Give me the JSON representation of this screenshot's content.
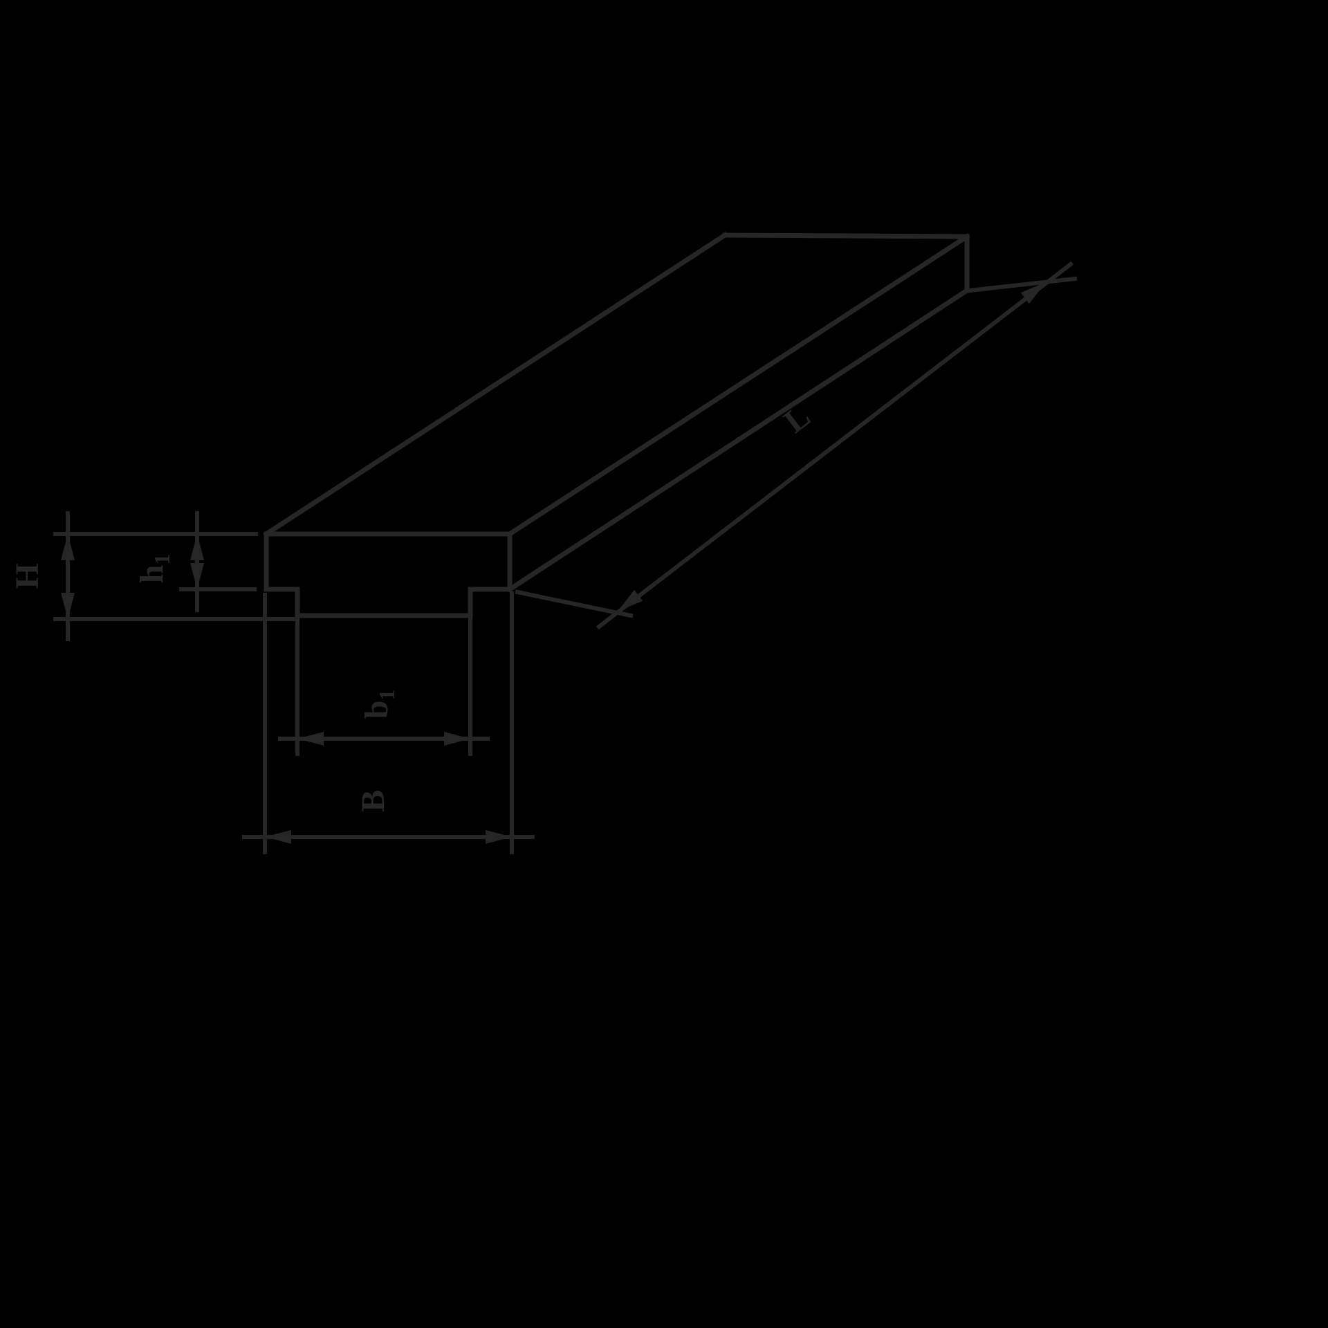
{
  "diagram": {
    "description": "Isometric line drawing of a long beam (lintel) with T-shaped cross-section and dimension callouts",
    "colors": {
      "background": "#000000",
      "line": "#262626"
    },
    "labels": {
      "height_total": "H",
      "height_flange": "h",
      "height_flange_sub": "1",
      "width_web": "b",
      "width_web_sub": "1",
      "width_total": "B",
      "length": "L"
    }
  }
}
